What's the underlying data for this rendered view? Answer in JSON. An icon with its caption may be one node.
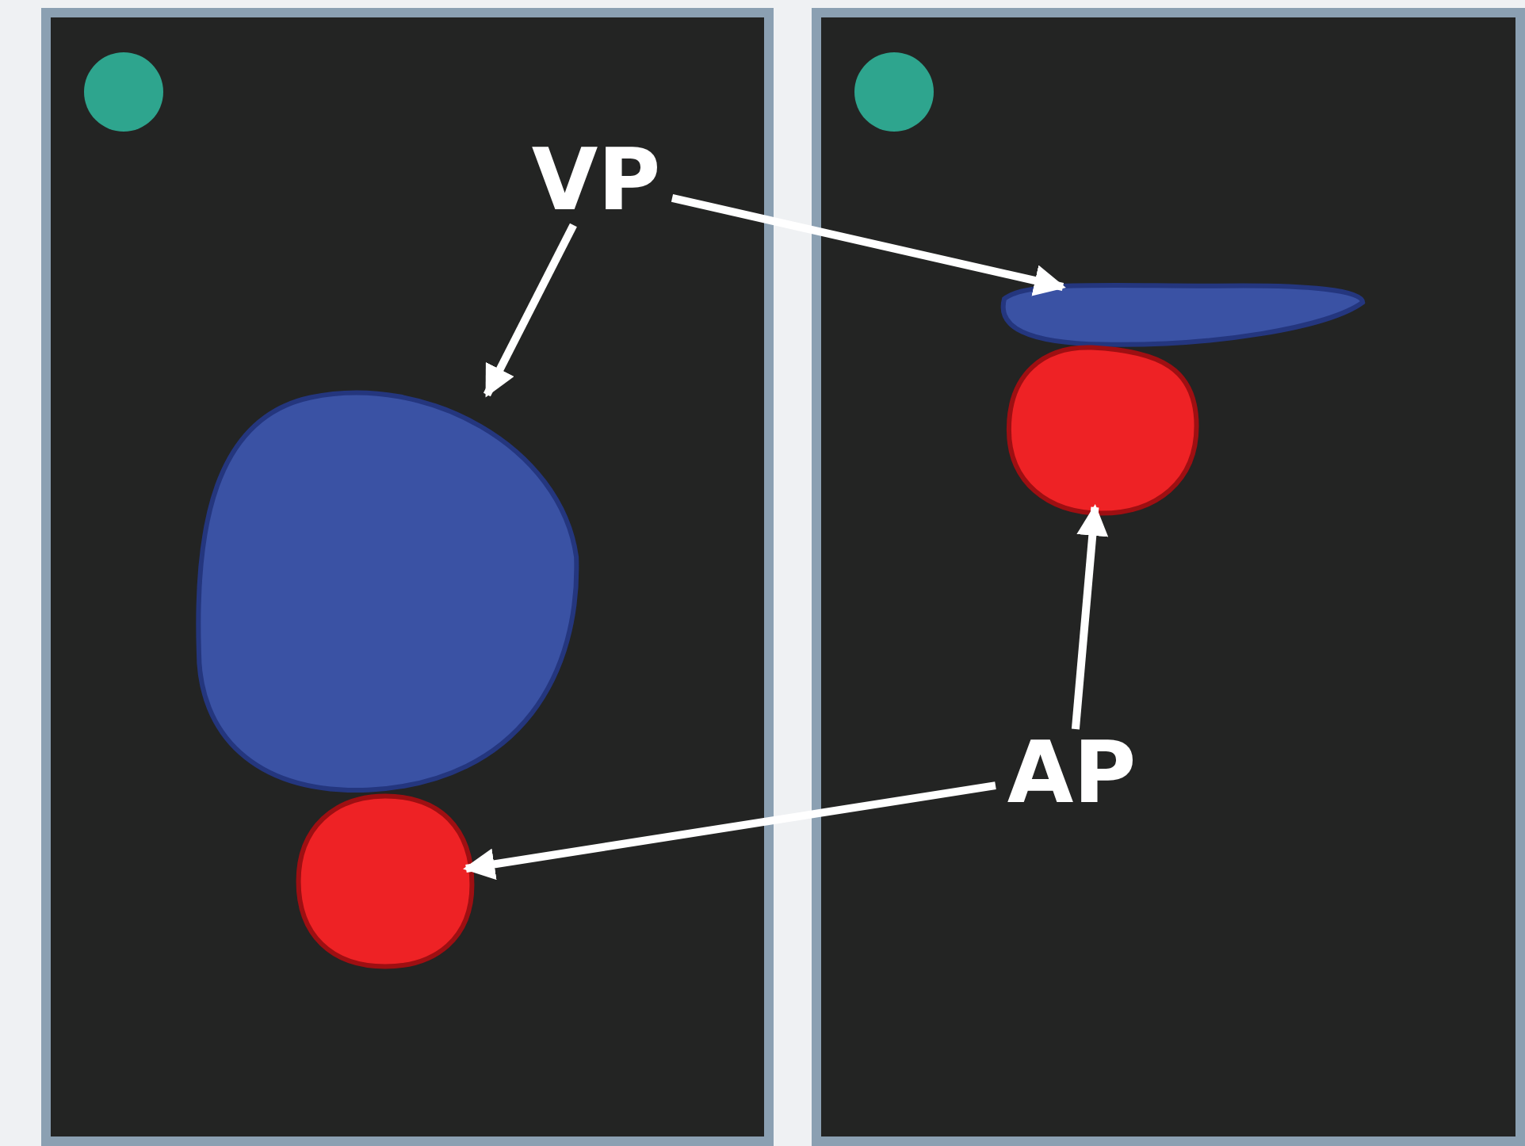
{
  "diagram": {
    "nodes": [
      {
        "text": [],
        "shape": "box"
      },
      {
        "text": [
          "VP"
        ],
        "in": 0
      },
      {
        "text": [],
        "shape": "blob",
        "in": 0
      },
      {
        "text": [],
        "shape": "circle",
        "in": 0
      },
      {
        "text": [],
        "shape": "box"
      },
      {
        "text": [],
        "shape": "blob",
        "in": 4
      },
      {
        "text": [],
        "shape": "circle",
        "in": 4
      },
      {
        "text": [
          "AP"
        ],
        "in": 4
      }
    ],
    "edges": [
      {
        "from": 1,
        "to": 2,
        "arrow": "to"
      },
      {
        "from": 1,
        "to": 5,
        "arrow": "to"
      },
      {
        "from": 7,
        "to": 6,
        "arrow": "to"
      },
      {
        "from": 7,
        "to": 3,
        "arrow": "to"
      }
    ]
  }
}
